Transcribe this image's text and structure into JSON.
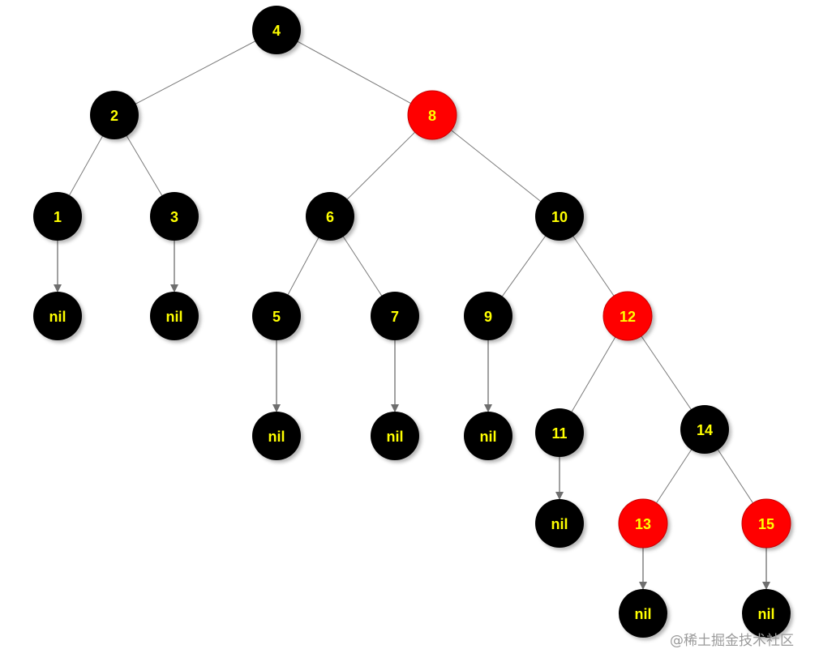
{
  "diagram": {
    "colors": {
      "black_node": "#000000",
      "red_node": "#ff0000",
      "label": "#ffff00",
      "edge": "#7a7a7a",
      "arrow": "#6e6e6e"
    },
    "nodes": [
      {
        "id": "n4",
        "label": "4",
        "color": "black"
      },
      {
        "id": "n2",
        "label": "2",
        "color": "black"
      },
      {
        "id": "n8",
        "label": "8",
        "color": "red"
      },
      {
        "id": "n1",
        "label": "1",
        "color": "black"
      },
      {
        "id": "n3",
        "label": "3",
        "color": "black"
      },
      {
        "id": "n6",
        "label": "6",
        "color": "black"
      },
      {
        "id": "n10",
        "label": "10",
        "color": "black"
      },
      {
        "id": "nil1",
        "label": "nil",
        "color": "black"
      },
      {
        "id": "nil3",
        "label": "nil",
        "color": "black"
      },
      {
        "id": "n5",
        "label": "5",
        "color": "black"
      },
      {
        "id": "n7",
        "label": "7",
        "color": "black"
      },
      {
        "id": "n9",
        "label": "9",
        "color": "black"
      },
      {
        "id": "n12",
        "label": "12",
        "color": "red"
      },
      {
        "id": "nil5",
        "label": "nil",
        "color": "black"
      },
      {
        "id": "nil7",
        "label": "nil",
        "color": "black"
      },
      {
        "id": "nil9",
        "label": "nil",
        "color": "black"
      },
      {
        "id": "n11",
        "label": "11",
        "color": "black"
      },
      {
        "id": "n14",
        "label": "14",
        "color": "black"
      },
      {
        "id": "nil11",
        "label": "nil",
        "color": "black"
      },
      {
        "id": "n13",
        "label": "13",
        "color": "red"
      },
      {
        "id": "n15",
        "label": "15",
        "color": "red"
      },
      {
        "id": "nil13",
        "label": "nil",
        "color": "black"
      },
      {
        "id": "nil15",
        "label": "nil",
        "color": "black"
      }
    ],
    "edges": [
      {
        "from": "n4",
        "to": "n2",
        "type": "line"
      },
      {
        "from": "n4",
        "to": "n8",
        "type": "line"
      },
      {
        "from": "n2",
        "to": "n1",
        "type": "line"
      },
      {
        "from": "n2",
        "to": "n3",
        "type": "line"
      },
      {
        "from": "n8",
        "to": "n6",
        "type": "line"
      },
      {
        "from": "n8",
        "to": "n10",
        "type": "line"
      },
      {
        "from": "n1",
        "to": "nil1",
        "type": "arrow"
      },
      {
        "from": "n3",
        "to": "nil3",
        "type": "arrow"
      },
      {
        "from": "n6",
        "to": "n5",
        "type": "line"
      },
      {
        "from": "n6",
        "to": "n7",
        "type": "line"
      },
      {
        "from": "n10",
        "to": "n9",
        "type": "line"
      },
      {
        "from": "n10",
        "to": "n12",
        "type": "line"
      },
      {
        "from": "n5",
        "to": "nil5",
        "type": "arrow"
      },
      {
        "from": "n7",
        "to": "nil7",
        "type": "arrow"
      },
      {
        "from": "n9",
        "to": "nil9",
        "type": "arrow"
      },
      {
        "from": "n12",
        "to": "n11",
        "type": "line"
      },
      {
        "from": "n12",
        "to": "n14",
        "type": "line"
      },
      {
        "from": "n11",
        "to": "nil11",
        "type": "arrow"
      },
      {
        "from": "n14",
        "to": "n13",
        "type": "line"
      },
      {
        "from": "n14",
        "to": "n15",
        "type": "line"
      },
      {
        "from": "n13",
        "to": "nil13",
        "type": "arrow"
      },
      {
        "from": "n15",
        "to": "nil15",
        "type": "arrow"
      }
    ]
  },
  "watermark": "@稀土掘金技术社区"
}
